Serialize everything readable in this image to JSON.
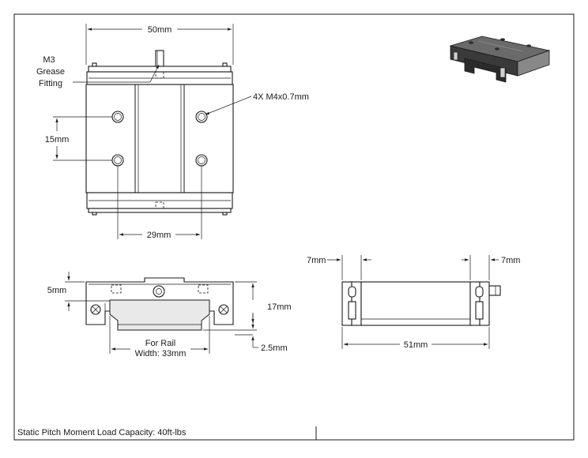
{
  "dimensions": {
    "width_50": "50mm",
    "hole_spacing_15": "15mm",
    "hole_spacing_29": "29mm",
    "height_5": "5mm",
    "height_17": "17mm",
    "offset_2_5": "2.5mm",
    "end_7_left": "7mm",
    "end_7_right": "7mm",
    "length_51": "51mm"
  },
  "notes": {
    "grease_line1": "M3",
    "grease_line2": "Grease",
    "grease_line3": "Fitting",
    "tapped_holes": "4X M4x0.7mm",
    "rail_line1": "For Rail",
    "rail_line2": "Width: 33mm"
  },
  "footer": {
    "load_capacity": "Static Pitch Moment Load Capacity: 40ft-lbs"
  }
}
